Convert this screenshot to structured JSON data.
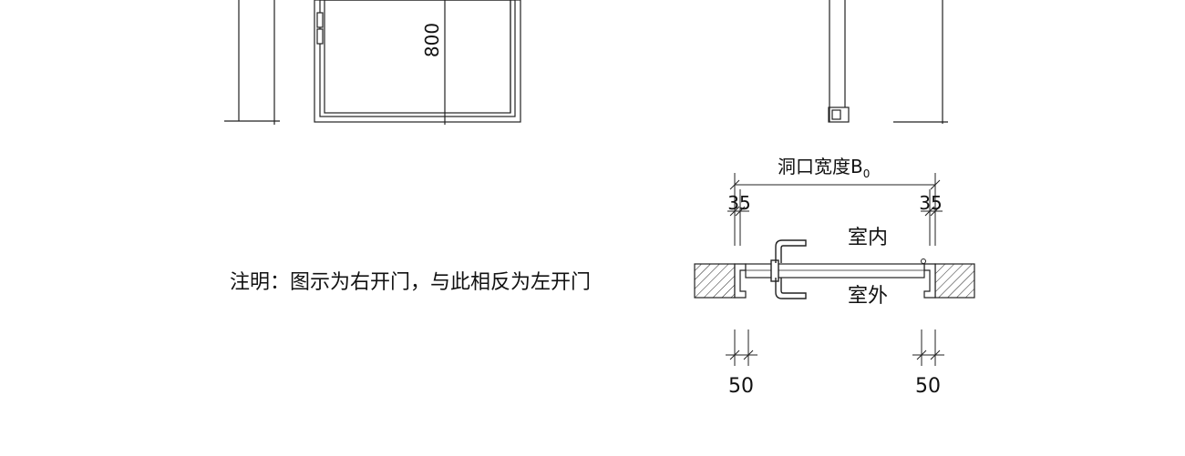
{
  "drawing": {
    "elevation_height_dim": "800",
    "opening_width_label": "洞口宽度",
    "opening_width_symbol": "B",
    "opening_width_subscript": "0",
    "frame_offset_left": "35",
    "frame_offset_right": "35",
    "wall_depth_left": "50",
    "wall_depth_right": "50",
    "side_indoor": "室内",
    "side_outdoor": "室外",
    "note": "注明：图示为右开门，与此相反为左开门"
  }
}
